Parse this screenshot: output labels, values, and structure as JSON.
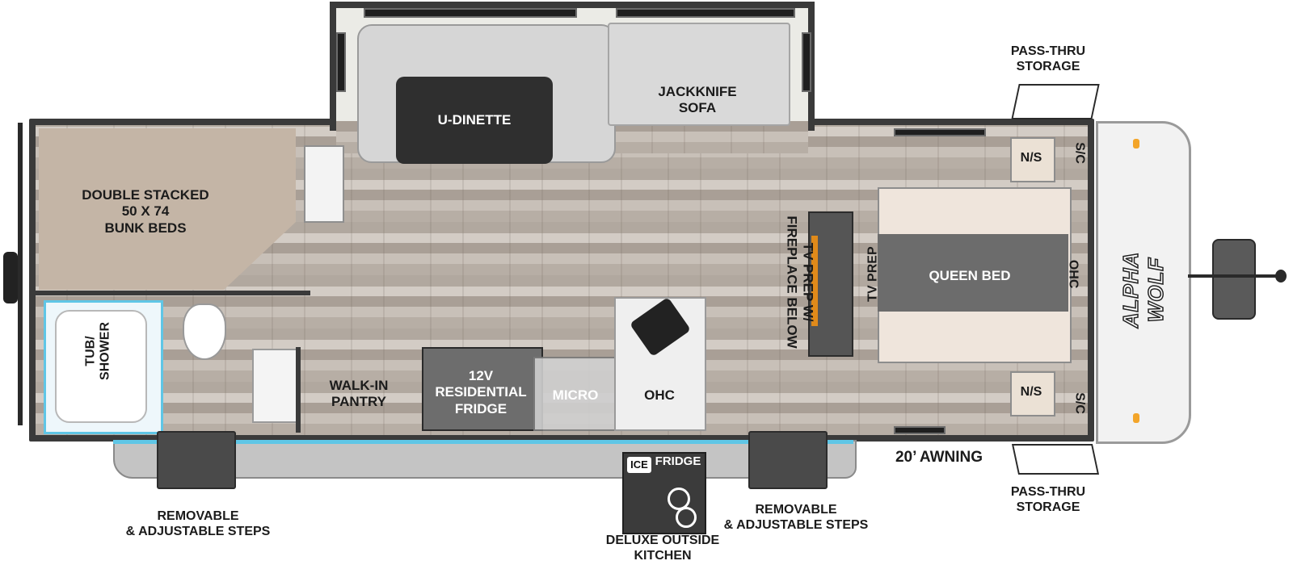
{
  "labels": {
    "u_dinette": "U-DINETTE",
    "jackknife_sofa": "JACKKNIFE\nSOFA",
    "bunk_beds": "DOUBLE STACKED\n50 X 74\nBUNK BEDS",
    "tub_shower": "TUB/\nSHOWER",
    "walk_in_pantry": "WALK-IN\nPANTRY",
    "residential_fridge": "12V\nRESIDENTIAL\nFRIDGE",
    "micro": "MICRO",
    "ohc_kitchen": "OHC",
    "tv_prep_fireplace": "TV PREP W/\nFIREPLACE BELOW",
    "tv_prep": "TV PREP",
    "queen_bed": "QUEEN BED",
    "ohc_bedroom": "OHC",
    "ns_top": "N/S",
    "ns_bottom": "N/S",
    "sc_top": "S/C",
    "sc_bottom": "S/C",
    "pass_thru_top": "PASS-THRU\nSTORAGE",
    "pass_thru_bottom": "PASS-THRU\nSTORAGE",
    "awning": "20’ AWNING",
    "steps_left": "REMOVABLE\n& ADJUSTABLE STEPS",
    "steps_right": "REMOVABLE\n& ADJUSTABLE STEPS",
    "outside_kitchen": "DELUXE OUTSIDE\nKITCHEN",
    "ice": "ICE",
    "outside_fridge": "FRIDGE",
    "brand": "ALPHA WOLF"
  },
  "colors": {
    "wall": "#3a3a3a",
    "bunk": "#c4b5a6",
    "dinette_table": "#2f2f2f",
    "sofa": "#d9d9d9",
    "bed_cream": "#efe5dc",
    "bed_band": "#6c6c6c",
    "front_cap": "#f2f2f2",
    "accent_water": "#5fc6e6"
  }
}
